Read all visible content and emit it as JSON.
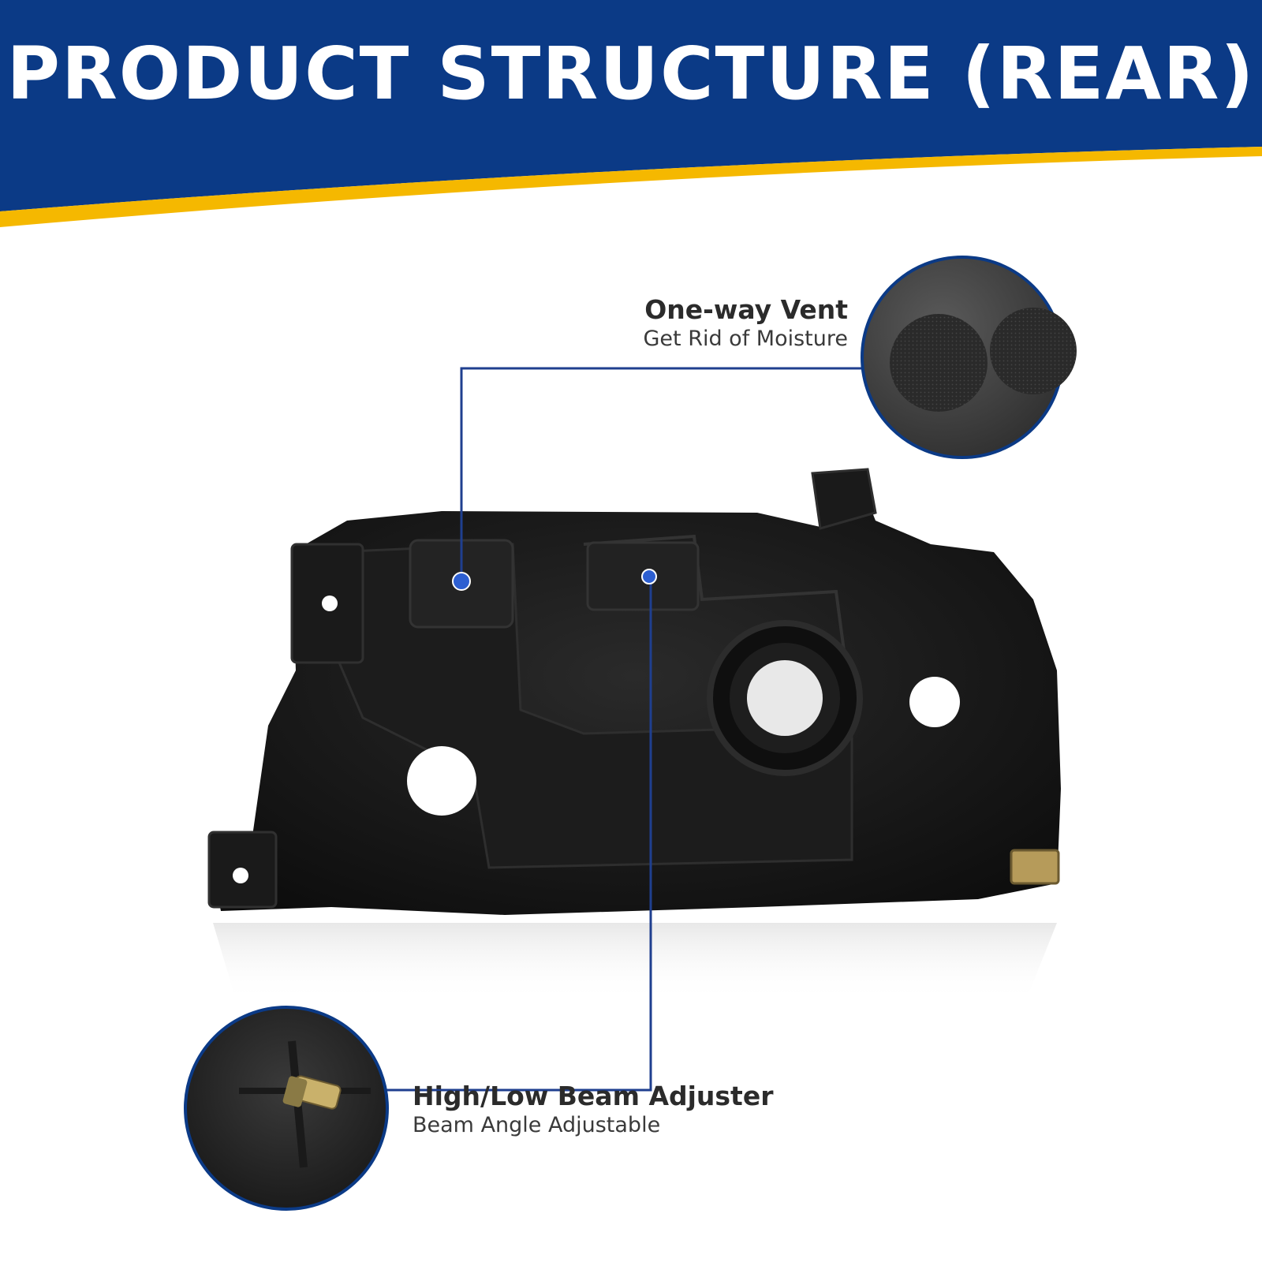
{
  "header": {
    "title": "PRODUCT STRUCTURE (REAR)",
    "background_color": "#0b3a86",
    "accent_color": "#f5b800"
  },
  "callouts": {
    "vent": {
      "title": "One-way Vent",
      "subtitle": "Get Rid of Moisture",
      "icon": "vent-closeup"
    },
    "adjuster": {
      "title": "High/Low Beam Adjuster",
      "subtitle": "Beam Angle Adjustable",
      "icon": "adjuster-screw-closeup"
    }
  },
  "colors": {
    "leader_line": "#1f3f8f",
    "marker": "#2d5fd1",
    "housing": "#141414"
  }
}
